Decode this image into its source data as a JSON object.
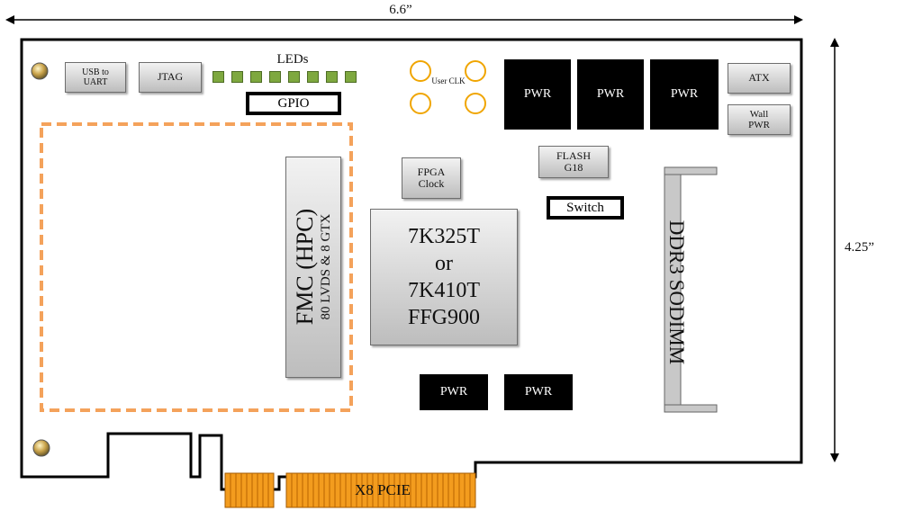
{
  "dimensions": {
    "width_label": "6.6”",
    "height_label": "4.25”"
  },
  "connectors": {
    "usb_uart": "USB to UART",
    "jtag": "JTAG",
    "atx": "ATX",
    "wall_pwr": "Wall PWR",
    "pcie": "X8 PCIE",
    "gpio": "GPIO"
  },
  "leds": {
    "label": "LEDs",
    "count": 8,
    "color": "#7ea83f"
  },
  "user_clk": {
    "label": "User CLK"
  },
  "power": {
    "label": "PWR"
  },
  "fmc": {
    "title": "FMC (HPC)",
    "subtitle": "80 LVDS & 8 GTX"
  },
  "fpga": {
    "clock_label": "FPGA Clock",
    "main_lines": [
      "7K325T",
      "or",
      "7K410T",
      "FFG900"
    ]
  },
  "flash": {
    "label": "FLASH G18"
  },
  "switch": {
    "label": "Switch"
  },
  "ddr3": {
    "label": "DDR3 SODIMM"
  },
  "colors": {
    "fmc_outline": "#f4a25b",
    "user_clk_ring": "#f0a500",
    "pcie_gold": "#f39c1e"
  }
}
